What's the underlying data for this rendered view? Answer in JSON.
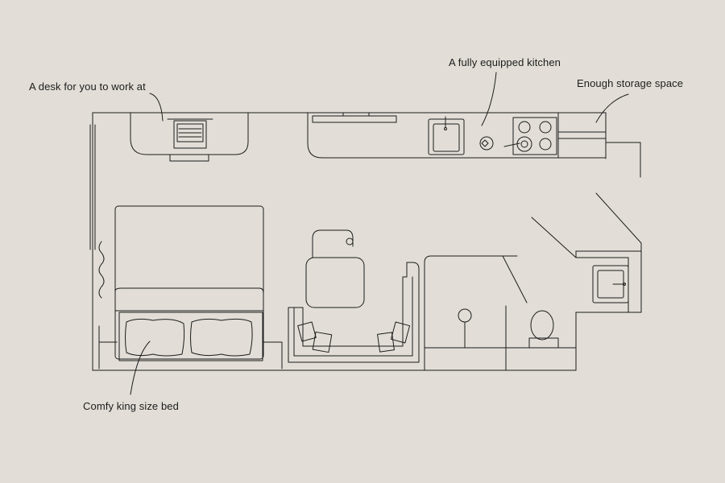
{
  "annotations": {
    "desk": "A desk for you to work at",
    "kitchen": "A fully equipped kitchen",
    "storage": "Enough storage space",
    "bed": "Comfy king size bed"
  },
  "colors": {
    "background": "#e2ded7",
    "line": "#1c1c1c",
    "fill": "#e2ded7"
  }
}
